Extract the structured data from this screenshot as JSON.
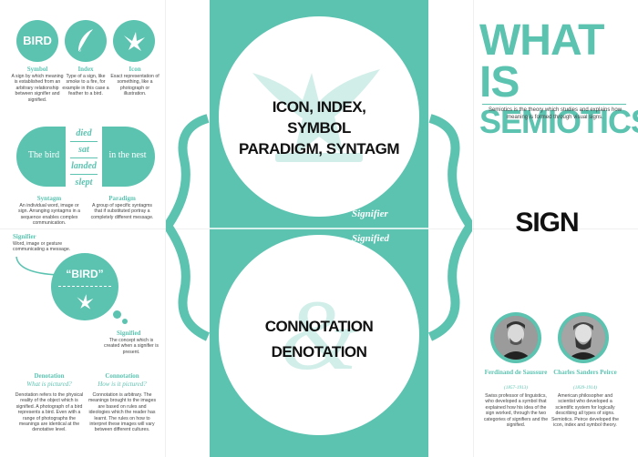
{
  "panel_left_top": {
    "symbol_circle_text": "BIRD",
    "symbol": {
      "title": "Symbol",
      "desc": "A sign by which meaning is established from an arbitrary relationship between signifier and signified."
    },
    "index": {
      "title": "Index",
      "desc": "Type of a sign, like smoke to a fire, for example in this case a feather to a bird."
    },
    "icon": {
      "title": "Icon",
      "desc": "Exact representation of something, like a photograph or illustration."
    },
    "sentence": {
      "start": "The bird",
      "words": [
        "died",
        "sat",
        "landed",
        "slept"
      ],
      "end": "in the nest"
    },
    "syntagm": {
      "title": "Syntagm",
      "desc": "An individual word, image or sign. Arranging syntagms in a sequence enables complex communication."
    },
    "paradigm": {
      "title": "Paradigm",
      "desc": "A group of specific syntagms that if substituted portray a completely different message."
    }
  },
  "panel_left_bottom": {
    "signifier": {
      "title": "Signifier",
      "desc": "Word, image or gesture communicating a message."
    },
    "bird_quote": "“BIRD”",
    "signified": {
      "title": "Signified",
      "desc": "The concept which is created when a signifier is present."
    },
    "denotation": {
      "title": "Denotation",
      "question": "What is pictured?",
      "desc": "Denotation refers to the physical reality of the object which is signified. A photograph of a bird represents a bird. Even with a range of photographs the meanings are identical at the denotative level."
    },
    "connotation": {
      "title": "Connotation",
      "question": "How is it pictured?",
      "desc": "Connotation is arbitrary. The meanings brought to the images are based on rules and ideologies which the reader has learnt. The rules on how to interpret these images will vary between different cultures."
    }
  },
  "center": {
    "top_text_line1": "ICON, INDEX, SYMBOL",
    "top_text_line2": "PARADIGM, SYNTAGM",
    "signifier_label": "Signifier",
    "signified_label": "Signified",
    "bottom_text_line1": "CONNOTATION",
    "bottom_text_line2": "DENOTATION",
    "ampersand": "&"
  },
  "panel_right": {
    "title_line1": "WHAT IS",
    "title_line2": "SEMIOTICS?",
    "subtitle": "Semiotics is the theory which studies and explains how meaning is formed through visual signs.",
    "sign": "SIGN",
    "saussure": {
      "name": "Ferdinand de Saussure",
      "years": "(1857-1913)",
      "desc": "Swiss professor of linguistics, who developed a symbol that explained how his idea of the sign worked, through the two categories of signifiers and the signified."
    },
    "peirce": {
      "name": "Charles Sanders Peirce",
      "years": "(1839-1914)",
      "desc": "American philosopher and scientist who developed a scientific system for logically describing all types of signs. Semiotics. Peirce developed the icon, index and symbol theory."
    }
  },
  "colors": {
    "teal": "#5cc3b1",
    "paper": "#ffffff",
    "text": "#333333"
  }
}
